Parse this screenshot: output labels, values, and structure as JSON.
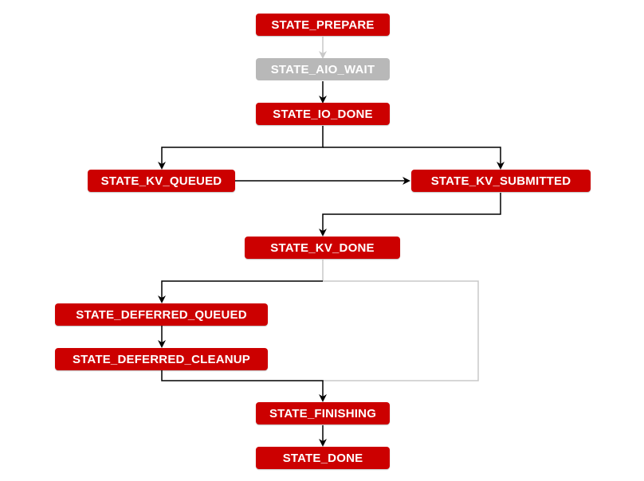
{
  "colors": {
    "node_active": "#cc0000",
    "node_inactive": "#b8b8b8",
    "node_text": "#ffffff",
    "edge_primary": "#000000",
    "edge_muted": "#c8c8c8"
  },
  "nodes": {
    "prepare": "STATE_PREPARE",
    "aio_wait": "STATE_AIO_WAIT",
    "io_done": "STATE_IO_DONE",
    "kv_queued": "STATE_KV_QUEUED",
    "kv_submitted": "STATE_KV_SUBMITTED",
    "kv_done": "STATE_KV_DONE",
    "deferred_queued": "STATE_DEFERRED_QUEUED",
    "deferred_cleanup": "STATE_DEFERRED_CLEANUP",
    "finishing": "STATE_FINISHING",
    "done": "STATE_DONE"
  },
  "edges": [
    {
      "from": "STATE_PREPARE",
      "to": "STATE_AIO_WAIT",
      "style": "muted"
    },
    {
      "from": "STATE_AIO_WAIT",
      "to": "STATE_IO_DONE",
      "style": "primary"
    },
    {
      "from": "STATE_IO_DONE",
      "to": "STATE_KV_QUEUED",
      "style": "primary"
    },
    {
      "from": "STATE_IO_DONE",
      "to": "STATE_KV_SUBMITTED",
      "style": "primary"
    },
    {
      "from": "STATE_KV_QUEUED",
      "to": "STATE_KV_SUBMITTED",
      "style": "primary"
    },
    {
      "from": "STATE_KV_SUBMITTED",
      "to": "STATE_KV_DONE",
      "style": "primary"
    },
    {
      "from": "STATE_KV_DONE",
      "to": "STATE_DEFERRED_QUEUED",
      "style": "primary"
    },
    {
      "from": "STATE_KV_DONE",
      "to": "STATE_FINISHING",
      "style": "muted"
    },
    {
      "from": "STATE_DEFERRED_QUEUED",
      "to": "STATE_DEFERRED_CLEANUP",
      "style": "primary"
    },
    {
      "from": "STATE_DEFERRED_CLEANUP",
      "to": "STATE_FINISHING",
      "style": "primary"
    },
    {
      "from": "STATE_FINISHING",
      "to": "STATE_DONE",
      "style": "primary"
    }
  ]
}
